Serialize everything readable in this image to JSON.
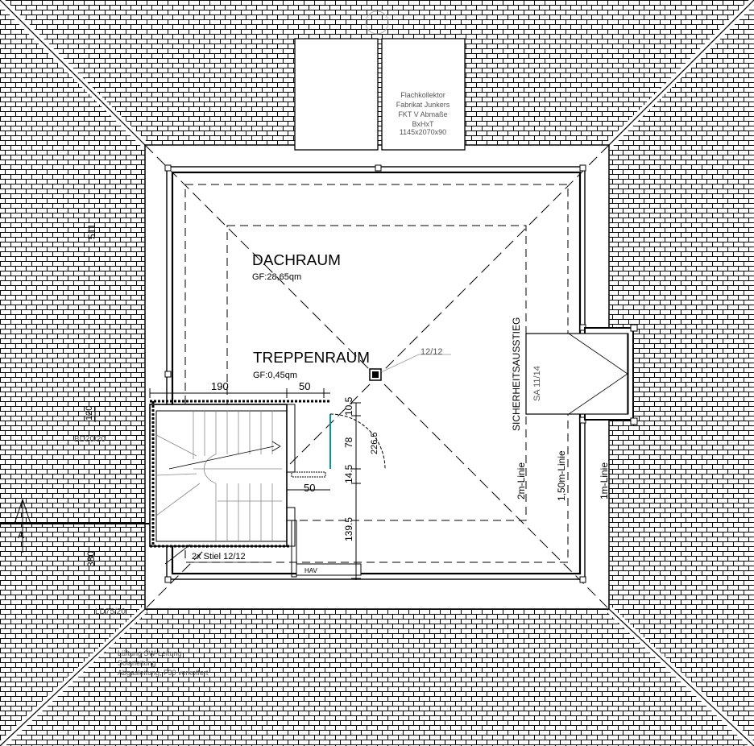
{
  "rooms": {
    "dachraum": {
      "name": "DACHRAUM",
      "area": "GF:28,65qm"
    },
    "treppenraum": {
      "name": "TREPPENRAUM",
      "area": "GF:0,45qm"
    }
  },
  "collector": {
    "line1": "Flachkollektor",
    "line2": "Fabrikat Junkers",
    "line3": "FKT V Abmaße",
    "line4": "BxHxT",
    "line5": "1145x2070x90"
  },
  "egress": {
    "label": "SICHERHEITSAUSSTIEG",
    "model": "SA 11/14"
  },
  "dimensions": {
    "top_left_190": "190",
    "top_50": "50",
    "mid_50": "50",
    "v_10_5": "10.5",
    "v_78": "78",
    "v_226_5": "226.5",
    "v_14_5": "14.5",
    "v_139_5": "139.5",
    "left_511": "511",
    "left_380": "380",
    "left_120": "120"
  },
  "lines": {
    "two_m": "2m-Linie",
    "one_fifty": "1,50m-Linie",
    "one_m": "1m-Linie"
  },
  "misc": {
    "rafter": "12/12",
    "studs": "2x Stiel 12/12",
    "hav": "HAV",
    "bd_window": "BD20/20",
    "ld_window": "LD75/20",
    "section_marker": "A"
  },
  "notes": {
    "line1": "Lüftung SW-Leitung",
    "line2": "Solarleitung",
    "line3": "Abgasleitung, F30 verkoffert"
  }
}
